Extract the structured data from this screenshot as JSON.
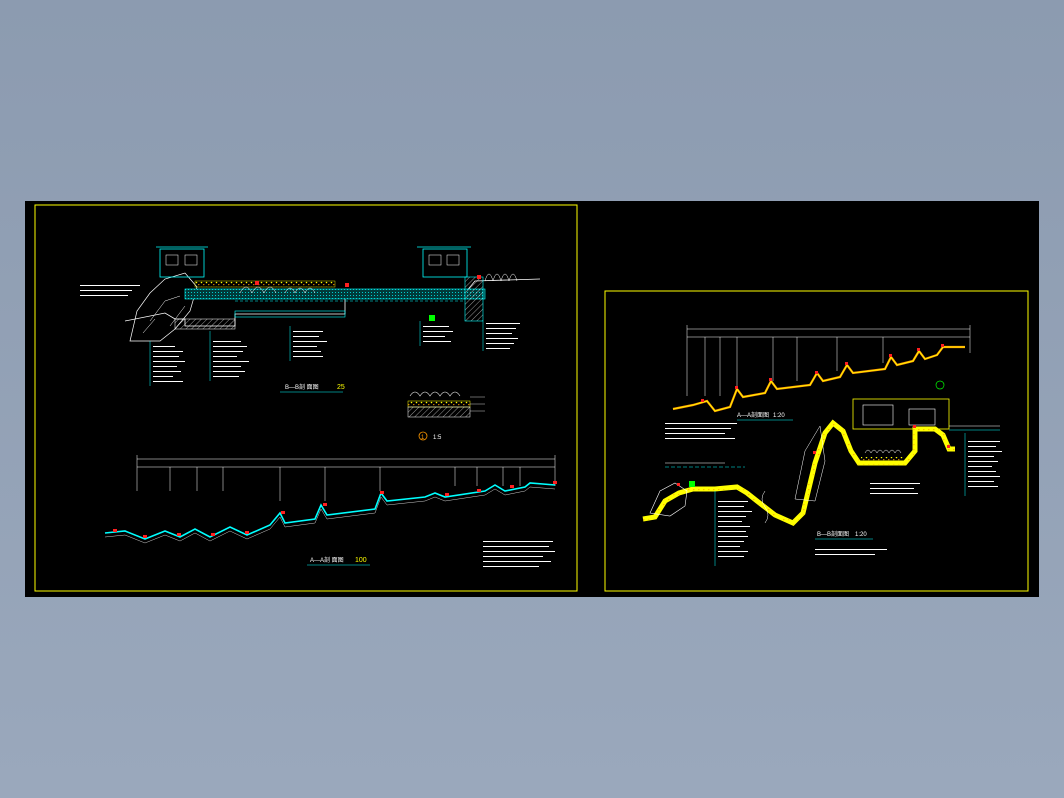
{
  "colors": {
    "background_outer": "#8c9bb0",
    "canvas": "#000000",
    "frame": "#ffff00",
    "cyan": "#00ffff",
    "white": "#ffffff",
    "red": "#ff2020",
    "green": "#00ff00",
    "orange": "#ff9900"
  },
  "sheet_left": {
    "section_bb_title": "B—B剖 面图",
    "section_bb_scale": "25",
    "detail_number": "1",
    "detail_scale": "1:5",
    "section_aa_title": "A—A剖 面图",
    "section_aa_scale": "100"
  },
  "sheet_right": {
    "section_aa_title": "A—A剖面图",
    "section_aa_scale": "1:20",
    "section_bb_title": "B—B剖面图",
    "section_bb_scale": "1:20"
  }
}
